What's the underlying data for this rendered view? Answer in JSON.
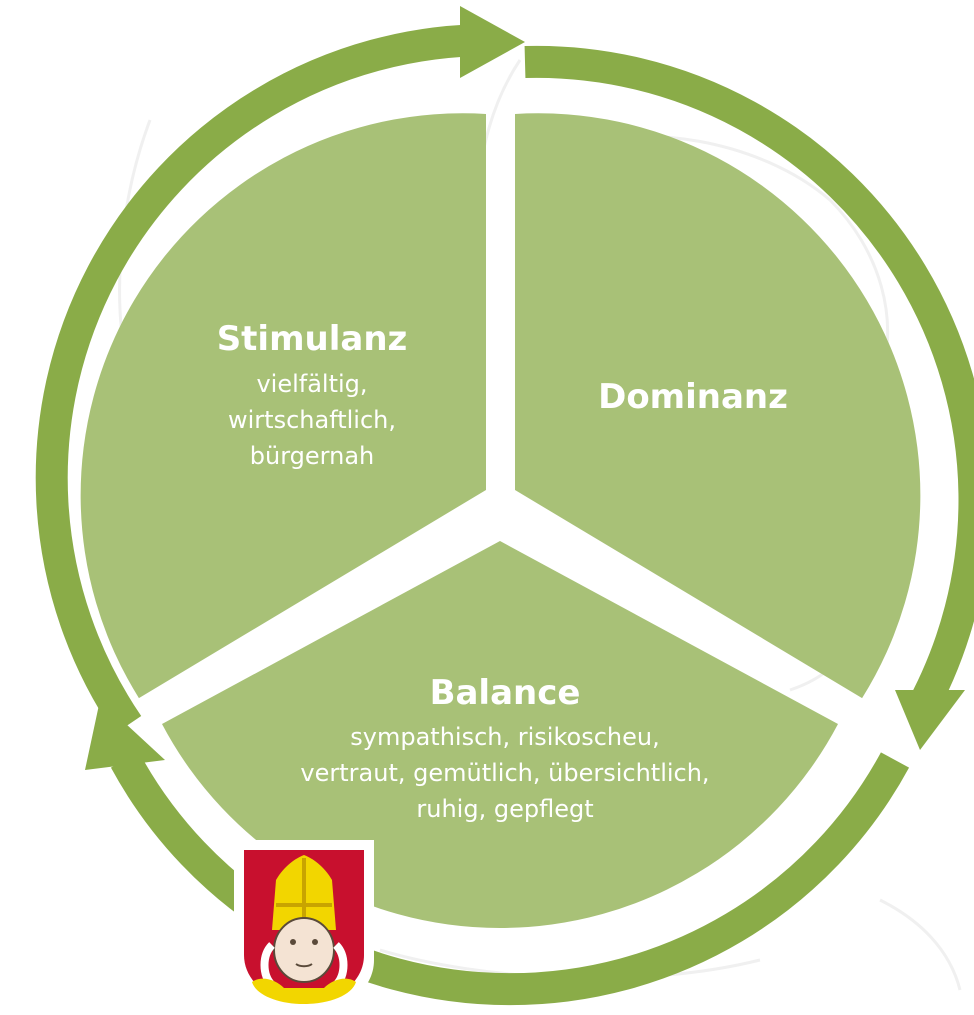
{
  "diagram": {
    "colors": {
      "arrow": "#8aac48",
      "segment": "#a8c177",
      "background": "#ffffff",
      "text": "#ffffff",
      "crest_red": "#c8102e",
      "crest_yellow": "#f2d600"
    },
    "segments": [
      {
        "id": "stimulanz",
        "title": "Stimulanz",
        "lines": [
          "vielfältig,",
          "wirtschaftlich,",
          "bürgernah"
        ]
      },
      {
        "id": "dominanz",
        "title": "Dominanz",
        "lines": []
      },
      {
        "id": "balance",
        "title": "Balance",
        "lines": [
          "sympathisch, risikoscheu,",
          "vertraut, gemütlich, übersichtlich,",
          "ruhig, gepflegt"
        ]
      }
    ],
    "cycle_direction": "clockwise",
    "decorations": [
      "faint-face-watermark",
      "city-coat-of-arms-bishop"
    ]
  }
}
